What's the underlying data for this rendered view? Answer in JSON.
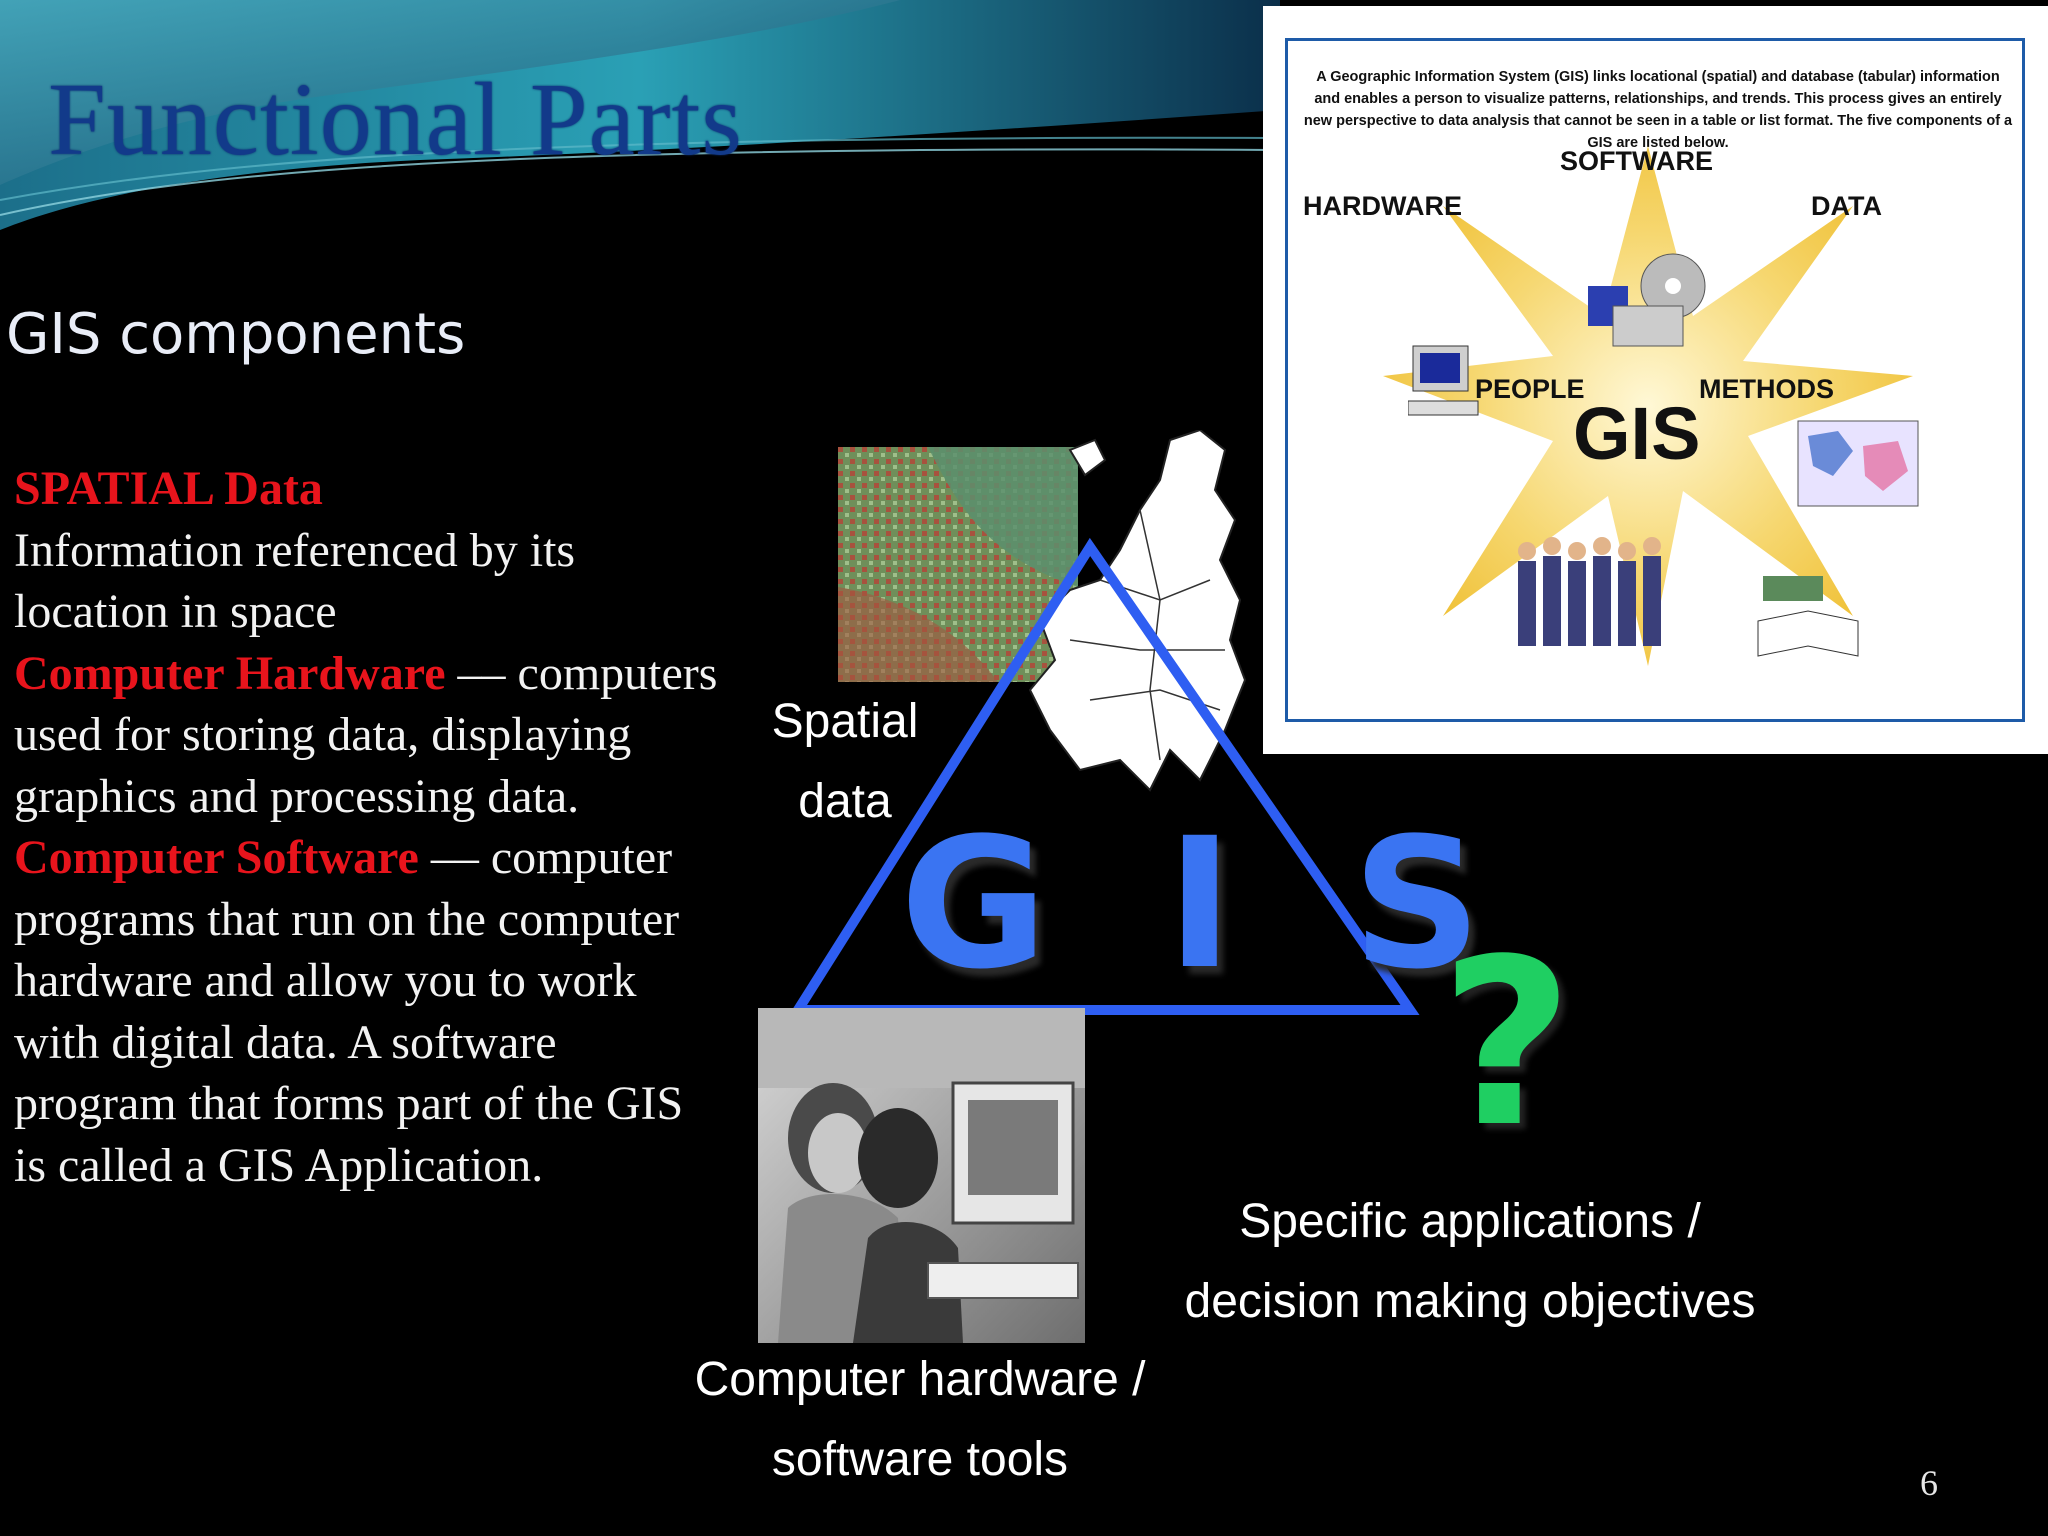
{
  "slide": {
    "title": "Functional Parts",
    "subtitle": "GIS components",
    "page_number": "6"
  },
  "body": {
    "spatial_label": "SPATIAL  Data",
    "spatial_text": "Information referenced by its location in space",
    "hardware_label": "Computer Hardware",
    "hardware_sep": " ––",
    "hardware_text": "computers used for storing data, displaying graphics and processing data.",
    "software_label": "Computer Software",
    "software_sep": " ––",
    "software_text": "computer programs that run on the computer hardware and allow you to work with digital data. A software program that forms part of the GIS is called a GIS Application."
  },
  "diagram": {
    "gis_letters": "G I S",
    "spatial_caption_1": "Spatial",
    "spatial_caption_2": "data",
    "hardware_caption_1": "Computer hardware /",
    "hardware_caption_2": "software tools",
    "applications_caption_1": "Specific applications /",
    "applications_caption_2": "decision making objectives",
    "question_mark": "?"
  },
  "infographic": {
    "intro": "A Geographic Information System (GIS) links locational (spatial) and database (tabular) information and enables a person to visualize patterns, relationships, and trends.  This process gives an entirely new perspective to data analysis that cannot be seen in a table or list format.  The five components of a GIS are listed below.",
    "software": "SOFTWARE",
    "hardware": "HARDWARE",
    "data": "DATA",
    "people": "PEOPLE",
    "methods": "METHODS",
    "center": "GIS"
  },
  "colors": {
    "highlight_red": "#e8141c",
    "gis_blue": "#3a74f2",
    "question_green": "#1fcf62",
    "title_blue": "#123a8a"
  }
}
